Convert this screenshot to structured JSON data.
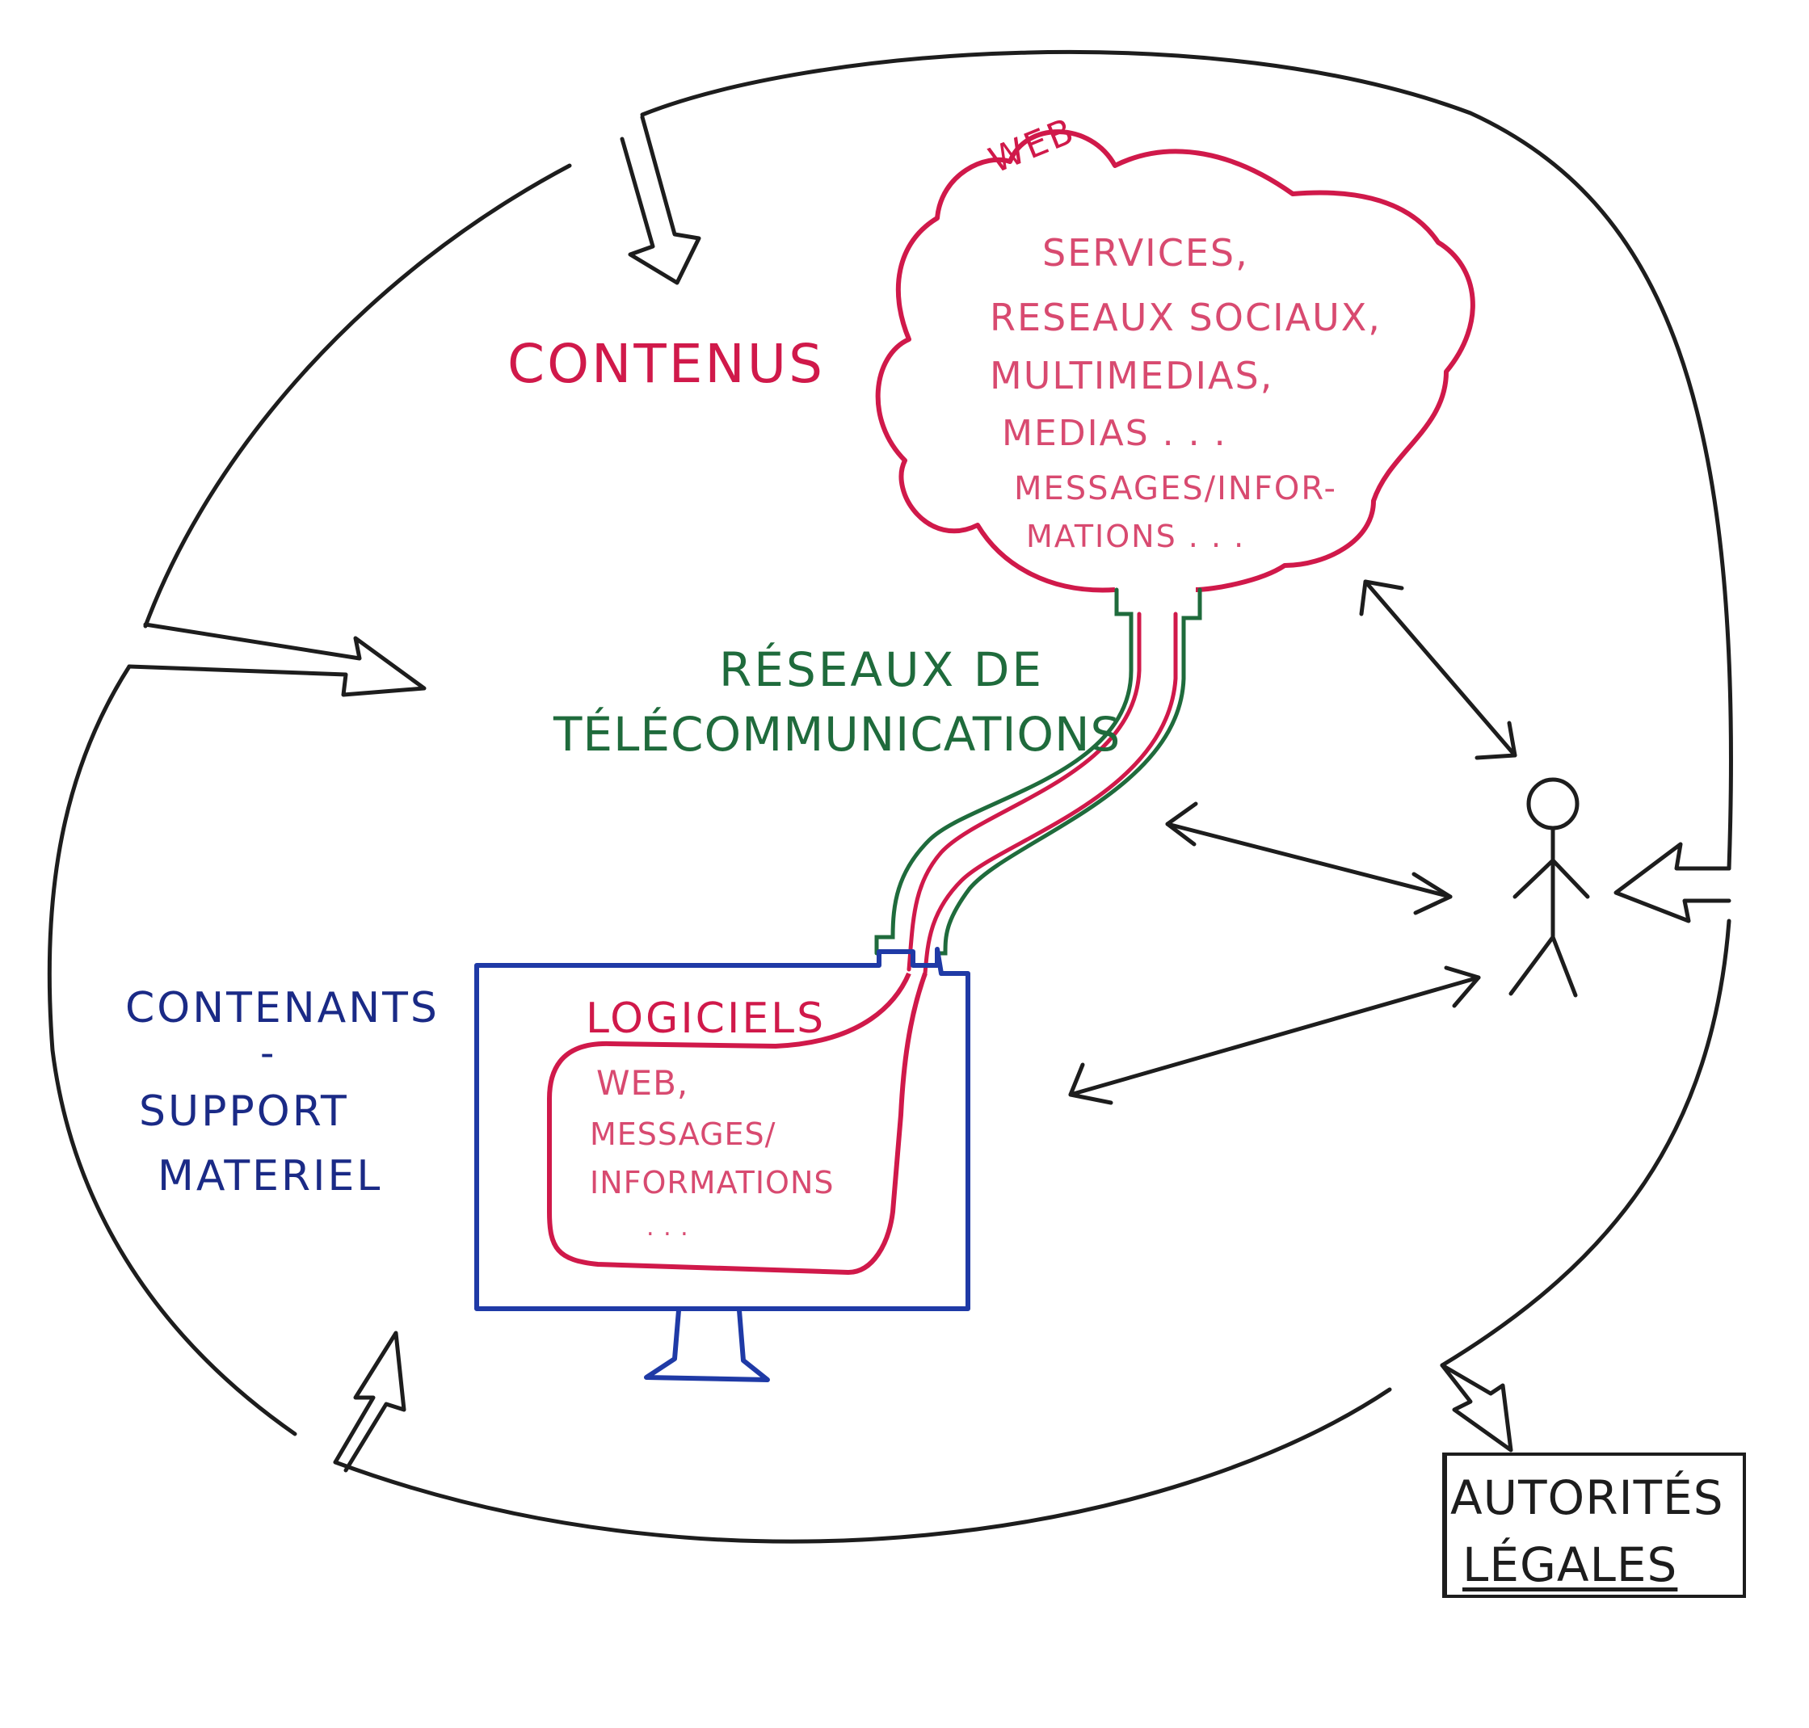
{
  "labels": {
    "contenus": "CONTENUS",
    "web_cloud_title": "WEB",
    "reseaux_line1": "RÉSEAUX DE",
    "reseaux_line2": "TÉLÉCOMMUNICATIONS",
    "contenants": "CONTENANTS",
    "dash": "-",
    "support": "SUPPORT",
    "materiel": "MATERIEL",
    "logiciels": "LOGICIELS",
    "autorites_line1": "AUTORITÉS",
    "autorites_line2": "LÉGALES"
  },
  "cloud_lines": [
    "SERVICES,",
    "RESEAUX SOCIAUX,",
    "MULTIMEDIAS,",
    "MEDIAS . . .",
    "MESSAGES/INFOR-",
    "MATIONS . . ."
  ],
  "software_lines": [
    "WEB,",
    "MESSAGES/",
    "INFORMATIONS",
    ". . ."
  ],
  "colors": {
    "contenus": "#d0194a",
    "telecom": "#1f6b3c",
    "contenants": "#1a2a86",
    "monitor": "#1f3aa6",
    "ink": "#1d1d1d"
  }
}
